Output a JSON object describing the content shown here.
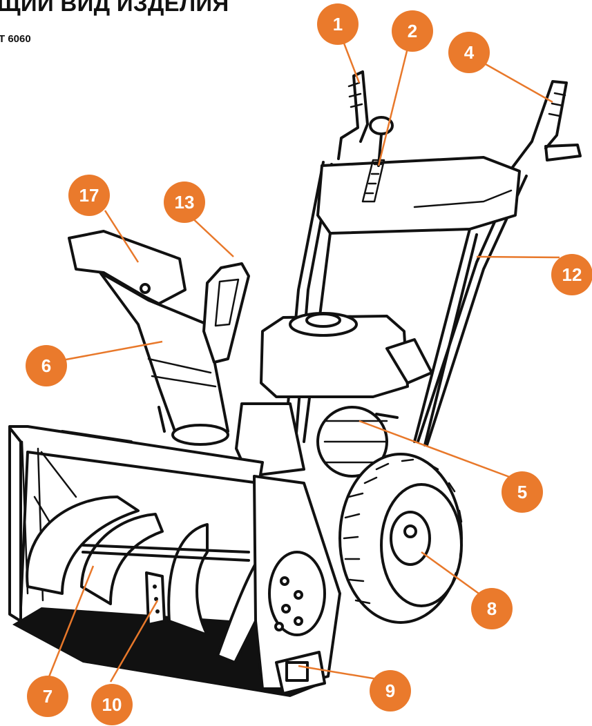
{
  "header": {
    "title": "ЩИЙ ВИД ИЗДЕЛИЯ",
    "model": "T 6060"
  },
  "colors": {
    "callout": "#ea7a2c",
    "leader": "#e8782a",
    "ink": "#111111",
    "background": "#ffffff"
  },
  "callouts": [
    {
      "id": "1",
      "label": "1"
    },
    {
      "id": "2",
      "label": "2"
    },
    {
      "id": "4",
      "label": "4"
    },
    {
      "id": "17",
      "label": "17"
    },
    {
      "id": "13",
      "label": "13"
    },
    {
      "id": "12",
      "label": "12"
    },
    {
      "id": "6",
      "label": "6"
    },
    {
      "id": "5",
      "label": "5"
    },
    {
      "id": "8",
      "label": "8"
    },
    {
      "id": "7",
      "label": "7"
    },
    {
      "id": "10",
      "label": "10"
    },
    {
      "id": "9",
      "label": "9"
    }
  ]
}
